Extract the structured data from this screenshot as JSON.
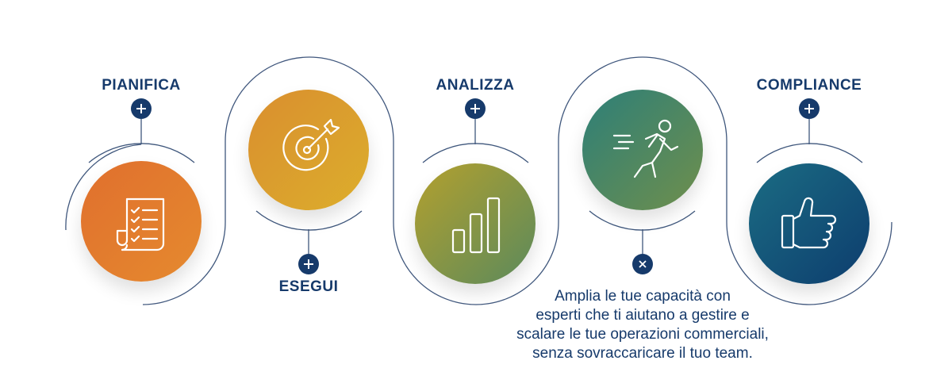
{
  "steps": [
    {
      "title": "PIANIFICA",
      "icon": "checklist-icon",
      "toggle": "plus",
      "gradient": [
        "#e06f2d",
        "#e58a2f"
      ]
    },
    {
      "title": "ESEGUI",
      "icon": "target-icon",
      "toggle": "plus",
      "gradient": [
        "#d98e2f",
        "#dcae2c"
      ]
    },
    {
      "title": "ANALIZZA",
      "icon": "bar-chart-icon",
      "toggle": "plus",
      "gradient": [
        "#b3a02e",
        "#5b8a5c"
      ]
    },
    {
      "title": "",
      "icon": "running-person-icon",
      "toggle": "close",
      "gradient": [
        "#2d7f78",
        "#6f8f4c"
      ]
    },
    {
      "title": "COMPLIANCE",
      "icon": "thumbs-up-icon",
      "toggle": "plus",
      "gradient": [
        "#1b6c83",
        "#0d3d6e"
      ]
    }
  ],
  "expanded_description": {
    "lines": [
      "Amplia le tue capacità con",
      "esperti che ti aiutano a gestire e",
      "scalare le tue operazioni commerciali,",
      "senza sovraccaricare il tuo team."
    ]
  },
  "colors": {
    "navy": "#163a6b",
    "line": "#1e3a66"
  }
}
